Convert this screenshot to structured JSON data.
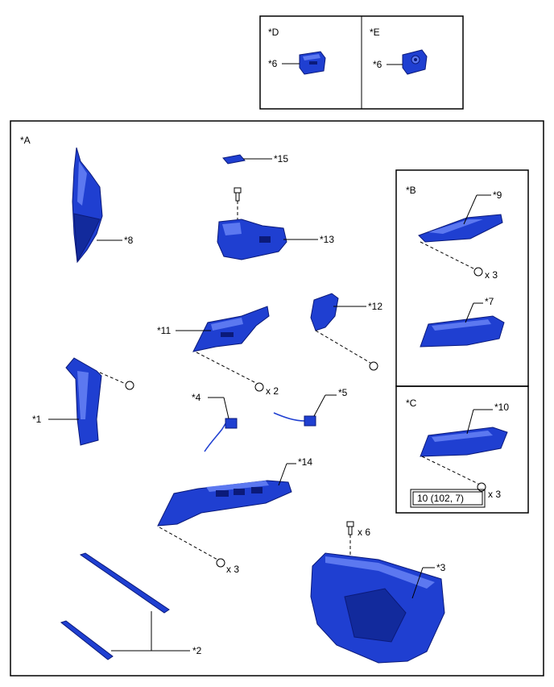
{
  "views": {
    "d": "*D",
    "e": "*E",
    "a": "*A",
    "b": "*B",
    "c": "*C"
  },
  "callouts": {
    "p1": "*1",
    "p2": "*2",
    "p3": "*3",
    "p4": "*4",
    "p5": "*5",
    "p6d": "*6",
    "p6e": "*6",
    "p7": "*7",
    "p8": "*8",
    "p9": "*9",
    "p10": "*10",
    "p11": "*11",
    "p12": "*12",
    "p13": "*13",
    "p14": "*14",
    "p15": "*15"
  },
  "quantities": {
    "q9": "x 3",
    "q11": "x 2",
    "q14": "x 3",
    "q3": "x 6",
    "q10": "x 3"
  },
  "torque": "10 (102, 7)",
  "colors": {
    "part": "#1f3fd1",
    "part_dark": "#122a9c",
    "highlight": "#5c78f0"
  }
}
